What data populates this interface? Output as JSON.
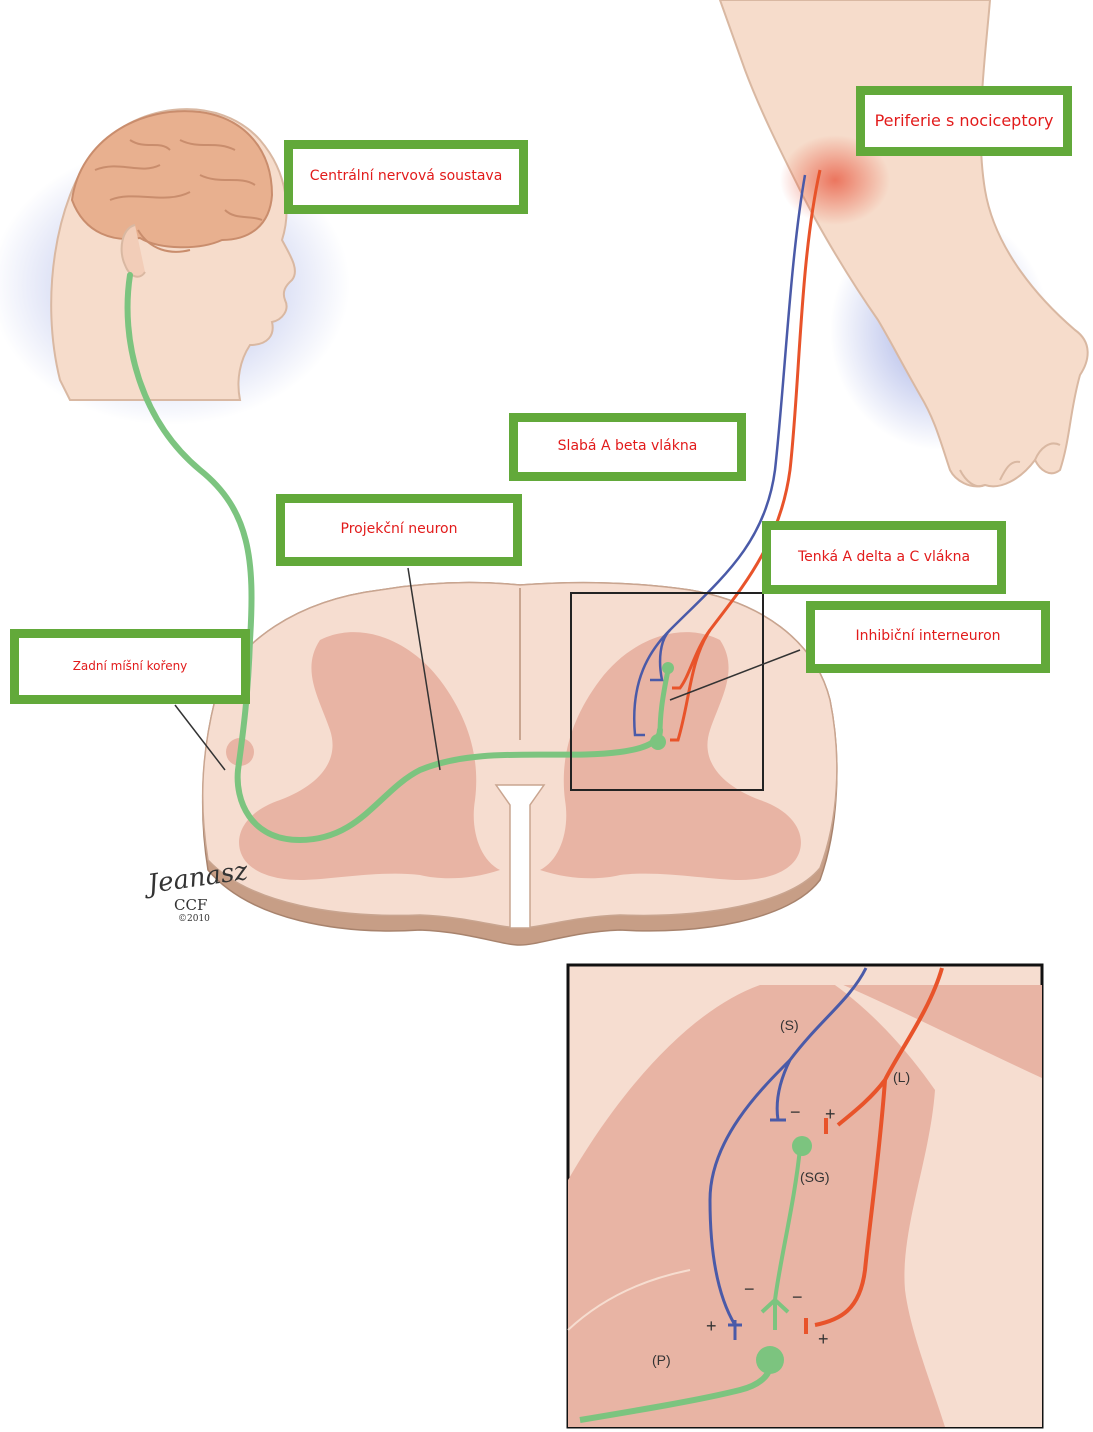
{
  "labels": {
    "central_nervous_system": "Centrální nervová soustava",
    "periphery": "Periferie s nociceptory",
    "thick_fibers": "Slabá A beta vlákna",
    "projection_neuron": "Projekční neuron",
    "thin_fibers": "Tenká A delta a C vlákna",
    "inhibitory_interneuron": "Inhibiční interneuron",
    "dorsal_roots": "Zadní míšní kořeny"
  },
  "signature": {
    "artist": "Jeanasz",
    "org": "CCF",
    "year": "©2010"
  },
  "inset": {
    "S": "(S)",
    "L": "(L)",
    "SG": "(SG)",
    "P": "(P)",
    "minus": "−",
    "plus": "+"
  },
  "colors": {
    "box_border": "#62a93a",
    "label_text": "#e21b1b",
    "green_neuron": "#7cc47f",
    "blue_fiber": "#4a5aa8",
    "red_fiber": "#e8532a",
    "cord_white": "#f6ddd0",
    "cord_gray": "#e8b4a4",
    "skin": "#f7e1d3"
  }
}
